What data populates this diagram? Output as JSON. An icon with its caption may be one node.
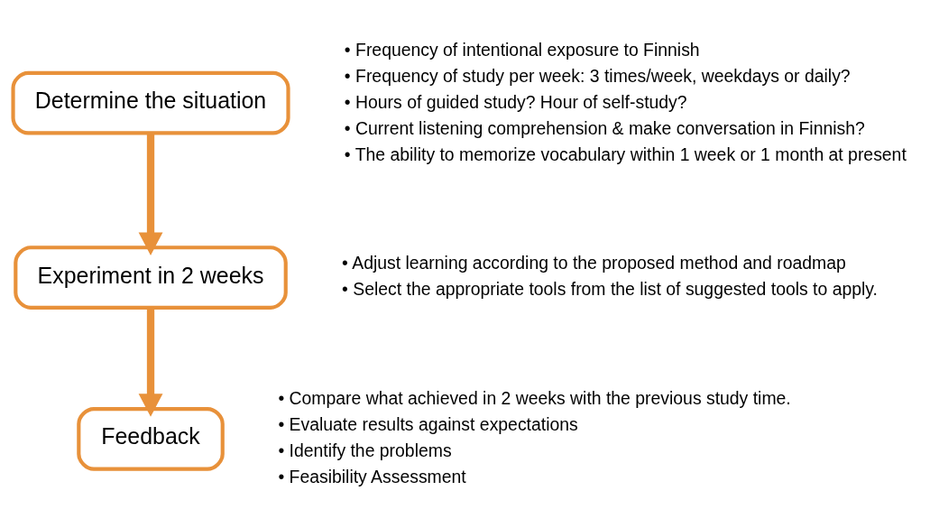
{
  "diagram": {
    "nodes": [
      {
        "text": [
          "Determine the situation"
        ],
        "beside": [
          "• Frequency of intentional exposure to Finnish",
          "• Frequency of study per week: 3 times/week, weekdays or daily?",
          "• Hours of guided study? Hour of self-study?",
          "• Current listening comprehension & make conversation in Finnish?",
          "• The ability to memorize vocabulary within 1 week or 1 month at present"
        ]
      },
      {
        "text": [
          "Experiment in 2 weeks"
        ],
        "beside": [
          "• Adjust learning according to the proposed method and roadmap",
          "• Select the appropriate tools from the list of suggested tools to apply."
        ]
      },
      {
        "text": [
          "Feedback"
        ],
        "beside": [
          "• Compare what achieved in 2 weeks with the previous study time.",
          "• Evaluate results against expectations",
          "• Identify the problems",
          "• Feasibility Assessment"
        ]
      }
    ],
    "edges": [
      {
        "from": 0,
        "to": 1,
        "arrow": "to"
      },
      {
        "from": 1,
        "to": 2,
        "arrow": "to"
      }
    ]
  }
}
